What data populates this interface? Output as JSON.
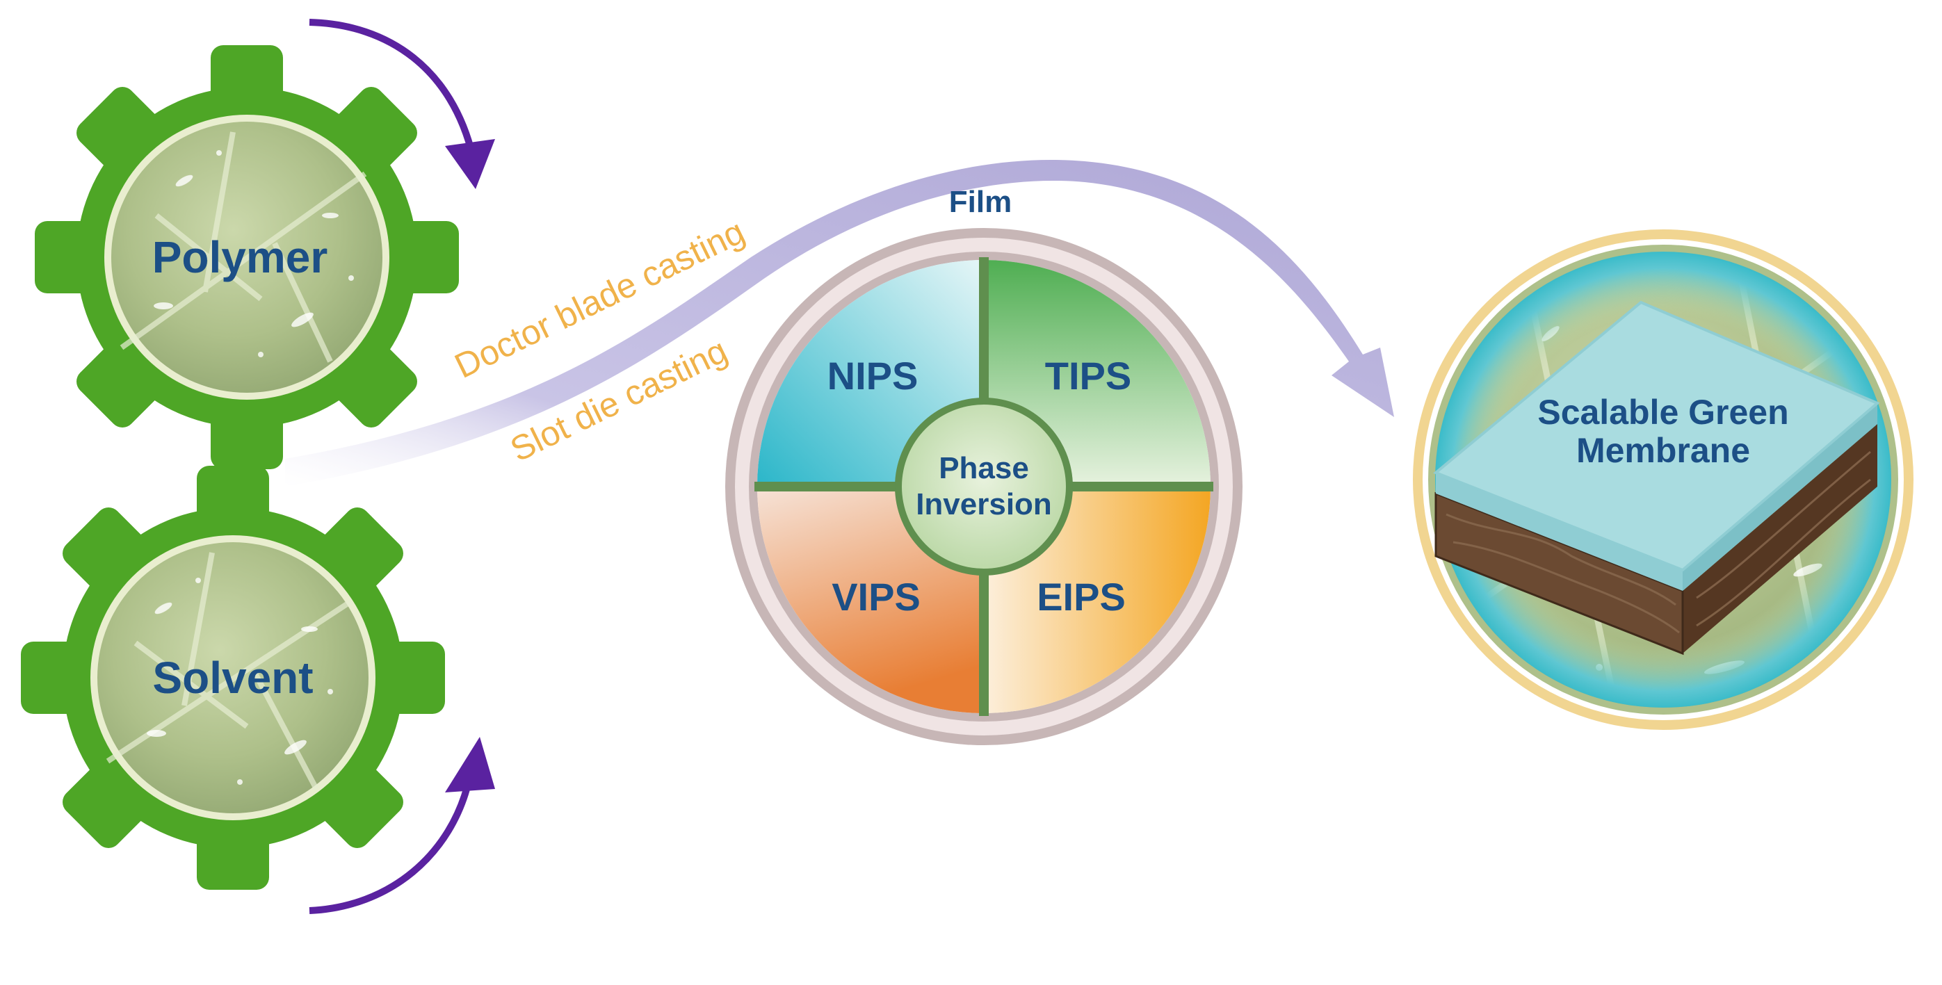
{
  "inputs": {
    "polymer_label": "Polymer",
    "solvent_label": "Solvent"
  },
  "casting": {
    "doctor_blade_label": "Doctor blade casting",
    "slot_die_label": "Slot die casting",
    "film_label": "Film"
  },
  "phase_inversion": {
    "center_line1": "Phase",
    "center_line2": "Inversion",
    "quadrants": {
      "top_left": "NIPS",
      "top_right": "TIPS",
      "bottom_left": "VIPS",
      "bottom_right": "EIPS"
    }
  },
  "output": {
    "line1": "Scalable Green",
    "line2": "Membrane"
  },
  "colors": {
    "gear_green": "#4ea626",
    "label_blue": "#1c4f86",
    "label_orange": "#f0b24a",
    "arrow_purple": "#5a22a0",
    "flow_lavender": "#aea7d6",
    "ring_outer": "#c9b8b8",
    "ring_inner": "#efe2e2",
    "divider_green": "#5f8f4e",
    "leaf_bg": "#a9bf86",
    "membrane_top": "#a9dce0",
    "membrane_soil": "#6b4a32",
    "halo_gold": "#f1d591"
  }
}
